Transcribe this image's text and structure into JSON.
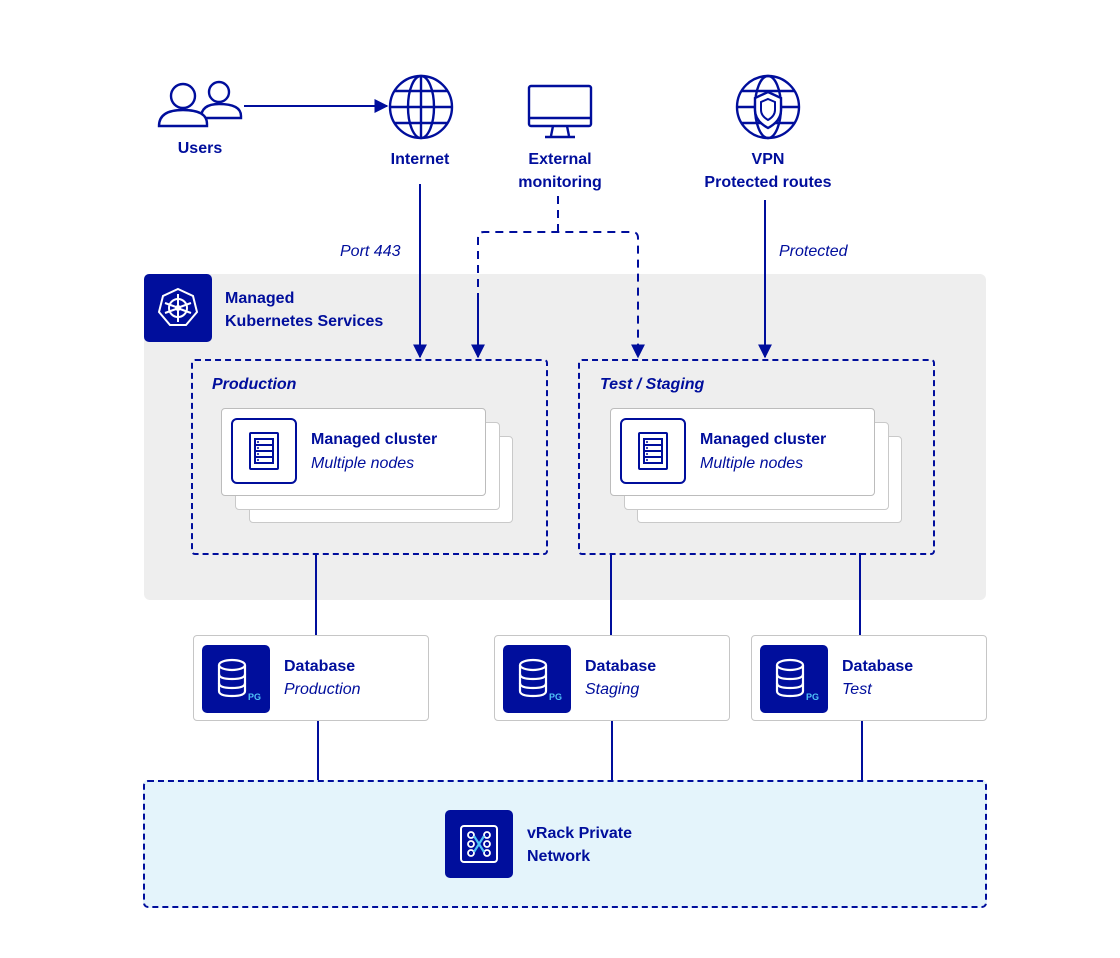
{
  "actors": {
    "users": "Users",
    "internet": "Internet",
    "monitoring_line1": "External",
    "monitoring_line2": "monitoring",
    "vpn_line1": "VPN",
    "vpn_line2": "Protected routes"
  },
  "edges": {
    "port": "Port 443",
    "protected": "Protected"
  },
  "kubernetes": {
    "title_line1": "Managed",
    "title_line2": "Kubernetes Services"
  },
  "environments": [
    {
      "title": "Production",
      "cluster_title": "Managed cluster",
      "cluster_sub": "Multiple nodes"
    },
    {
      "title": "Test / Staging",
      "cluster_title": "Managed cluster",
      "cluster_sub": "Multiple nodes"
    }
  ],
  "databases": [
    {
      "title": "Database",
      "sub": "Production",
      "badge": "PG"
    },
    {
      "title": "Database",
      "sub": "Staging",
      "badge": "PG"
    },
    {
      "title": "Database",
      "sub": "Test",
      "badge": "PG"
    }
  ],
  "network": {
    "title_line1": "vRack Private",
    "title_line2": "Network"
  },
  "colors": {
    "primary": "#000e9c",
    "panel_gray": "#eeeeee",
    "network_bg": "#e4f4fb",
    "accent_cyan": "#4fc3f7"
  },
  "icons": [
    "users-icon",
    "globe-icon",
    "monitor-icon",
    "vpn-shield-globe-icon",
    "kubernetes-icon",
    "server-rack-icon",
    "database-icon",
    "vrack-network-icon"
  ]
}
